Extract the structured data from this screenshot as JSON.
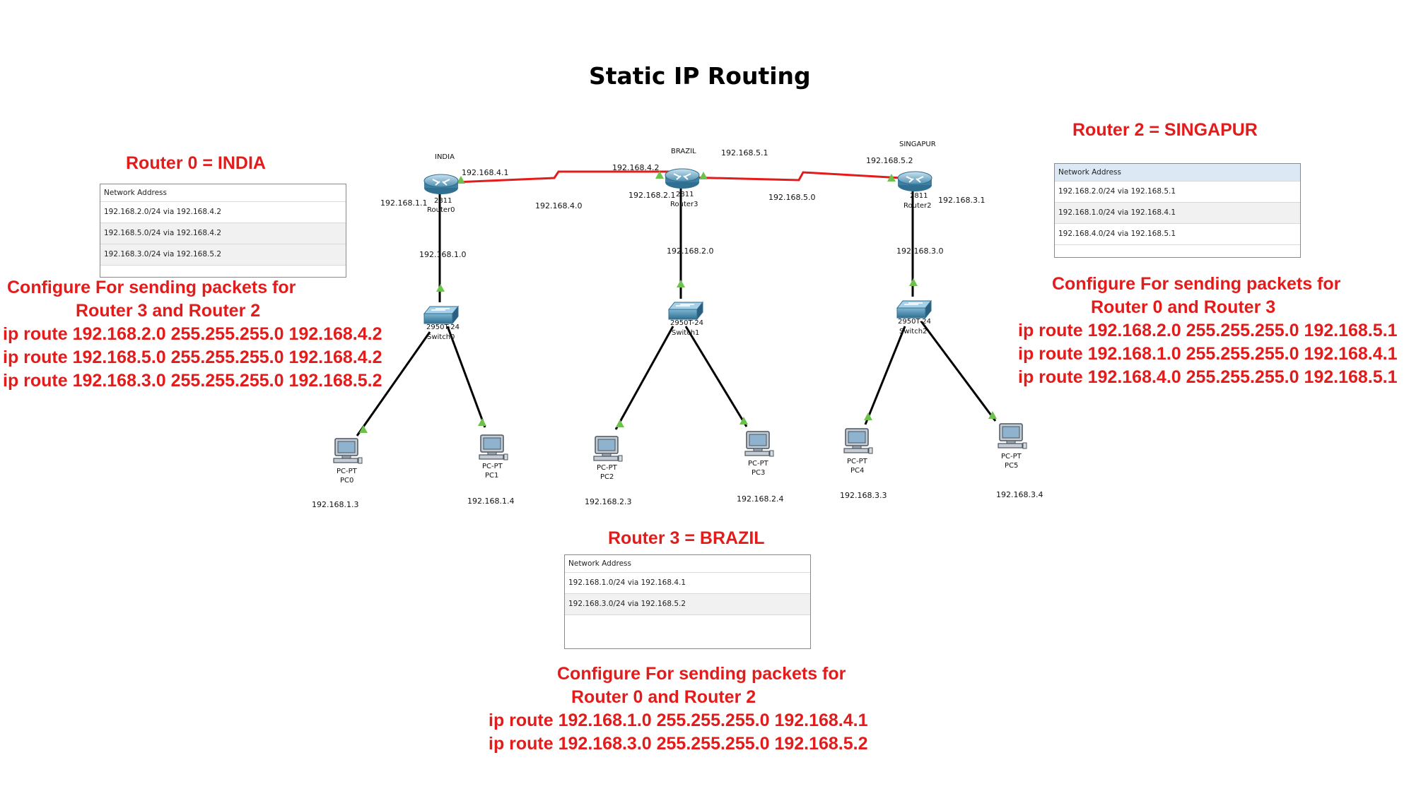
{
  "title": "Static IP Routing",
  "routers": {
    "router0": {
      "heading": "Router 0 = INDIA",
      "name_top": "INDIA",
      "model": "2811",
      "label": "Router0",
      "table_header": "Network Address",
      "table_rows": [
        "192.168.2.0/24 via 192.168.4.2",
        "192.168.5.0/24 via 192.168.4.2",
        "192.168.3.0/24 via 192.168.5.2"
      ],
      "config_lines": [
        "Configure For sending packets for",
        "Router 3 and Router 2",
        "ip route 192.168.2.0 255.255.255.0 192.168.4.2",
        "ip route 192.168.5.0 255.255.255.0 192.168.4.2",
        "ip route 192.168.3.0 255.255.255.0 192.168.5.2"
      ]
    },
    "router3": {
      "heading": "Router 3 = BRAZIL",
      "name_top": "BRAZIL",
      "model": "2811",
      "label": "Router3",
      "table_header": "Network Address",
      "table_rows": [
        "192.168.1.0/24 via 192.168.4.1",
        "192.168.3.0/24 via 192.168.5.2"
      ],
      "config_lines": [
        "Configure For sending packets for",
        "Router 0 and Router 2",
        "ip route 192.168.1.0 255.255.255.0 192.168.4.1",
        "ip route 192.168.3.0 255.255.255.0 192.168.5.2"
      ]
    },
    "router2": {
      "heading": "Router 2 = SINGAPUR",
      "name_top": "SINGAPUR",
      "model": "2811",
      "label": "Router2",
      "table_header": "Network Address",
      "table_rows": [
        "192.168.2.0/24 via 192.168.5.1",
        "192.168.1.0/24 via 192.168.4.1",
        "192.168.4.0/24 via 192.168.5.1"
      ],
      "config_lines": [
        "Configure For sending packets for",
        "Router 0 and Router 3",
        "ip route 192.168.2.0 255.255.255.0 192.168.5.1",
        "ip route 192.168.1.0 255.255.255.0 192.168.4.1",
        "ip route 192.168.4.0 255.255.255.0 192.168.5.1"
      ]
    }
  },
  "switches": [
    {
      "model": "2950T-24",
      "label": "Switch0"
    },
    {
      "model": "2950T-24",
      "label": "Switch1"
    },
    {
      "model": "2950T-24",
      "label": "Switch2"
    }
  ],
  "pcs": [
    {
      "type": "PC-PT",
      "label": "PC0",
      "ip": "192.168.1.3"
    },
    {
      "type": "PC-PT",
      "label": "PC1",
      "ip": "192.168.1.4"
    },
    {
      "type": "PC-PT",
      "label": "PC2",
      "ip": "192.168.2.3"
    },
    {
      "type": "PC-PT",
      "label": "PC3",
      "ip": "192.168.2.4"
    },
    {
      "type": "PC-PT",
      "label": "PC4",
      "ip": "192.168.3.3"
    },
    {
      "type": "PC-PT",
      "label": "PC5",
      "ip": "192.168.3.4"
    }
  ],
  "ip_labels": {
    "r0_serial": "192.168.4.1",
    "r0_lan": "192.168.1.1",
    "net_4": "192.168.4.0",
    "net_1": "192.168.1.0",
    "r3_serial_left": "192.168.4.2",
    "r3_lan": "192.168.2.1",
    "r3_serial_right": "192.168.5.1",
    "net_5": "192.168.5.0",
    "net_2": "192.168.2.0",
    "r2_serial": "192.168.5.2",
    "r2_lan": "192.168.3.1",
    "net_3": "192.168.3.0"
  },
  "colors": {
    "accent_red": "#e41b1b",
    "serial_link": "#e41b1b",
    "ethernet_link": "#000000",
    "port_up": "#6cc24a"
  }
}
